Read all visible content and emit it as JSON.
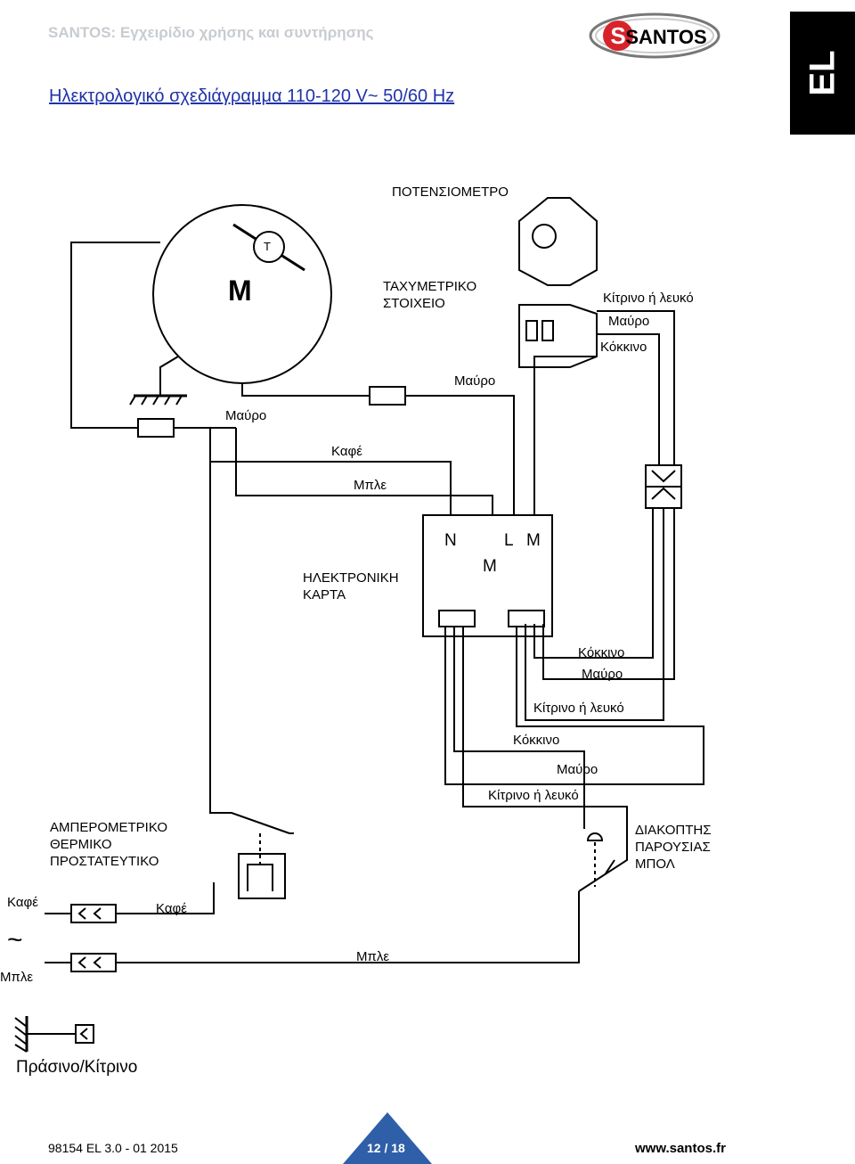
{
  "header": {
    "subtitle": "SANTOS: Εγχειρίδιο χρήσης και συντήρησης",
    "title": "Ηλεκτρολογικό σχεδιάγραμμα 110-120 V~ 50/60 Hz",
    "brand": "SANTOS",
    "lang": "EL",
    "brand_color": "#1f33a8"
  },
  "diagram": {
    "potentiometer": "ΠΟΤΕΝΣΙΟΜΕΤΡΟ",
    "motor": "M",
    "t_label": "T",
    "tacho_line1": "ΤΑΧΥΜΕΤΡΙΚΟ",
    "tacho_line2": "ΣΤΟΙΧΕΙΟ",
    "yellow_white_1": "Κίτρινο ή λευκό",
    "black_1": "Μαύρο",
    "red_1": "Κόκκινο",
    "black_2": "Μαύρο",
    "black_3": "Μαύρο",
    "brown_1": "Καφέ",
    "blue_1": "Μπλε",
    "card_line1": "ΗΛΕΚΤΡΟΝΙΚΗ",
    "card_line2": "ΚΑΡΤΑ",
    "term_n": "N",
    "term_l": "L",
    "term_m1": "M",
    "term_m2": "M",
    "red_2": "Κόκκινο",
    "black_4": "Μαύρο",
    "yellow_white_2": "Κίτρινο ή λευκό",
    "red_3": "Κόκκινο",
    "black_5": "Μαύρο",
    "yellow_white_3": "Κίτρινο ή λευκό",
    "thermal_line1": "ΑΜΠΕΡΟΜΕΤΡΙΚΟ",
    "thermal_line2": "ΘΕΡΜΙΚΟ",
    "thermal_line3": "ΠΡΟΣΤΑΤΕΥΤΙΚΟ",
    "switch_line1": "ΔΙΑΚΟΠΤΗΣ",
    "switch_line2": "ΠΑΡΟΥΣΙΑΣ",
    "switch_line3": "ΜΠΟΛ",
    "brown_2": "Καφέ",
    "brown_3": "Καφέ",
    "tilde": "~",
    "blue_2": "Μπλε",
    "blue_3": "Μπλε",
    "green_yellow": "Πράσινο/Κίτρινο"
  },
  "footer": {
    "doc_ref": "98154 EL 3.0 - 01 2015",
    "page": "12 / 18",
    "website": "www.santos.fr",
    "page_color": "#2e5fa8"
  }
}
